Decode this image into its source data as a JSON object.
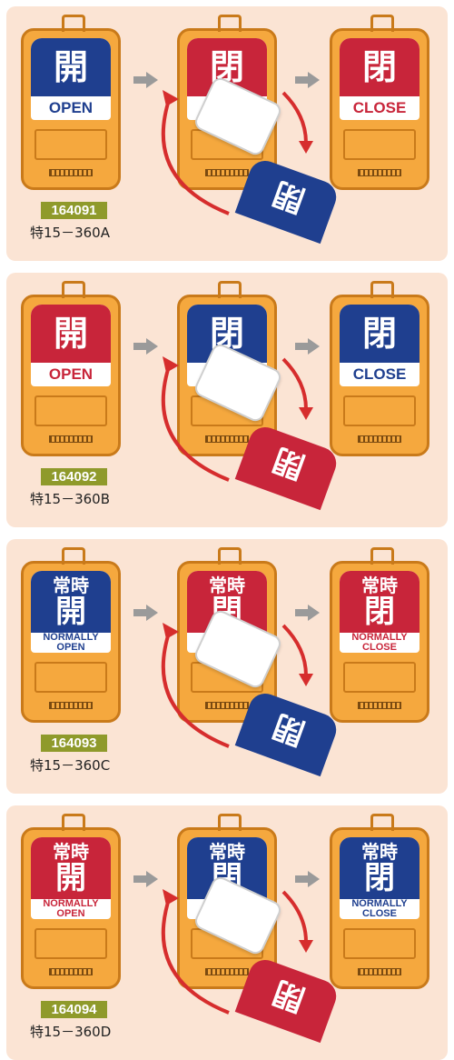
{
  "colors": {
    "blue": "#1f3f8f",
    "red": "#c8253a",
    "tag": "#f5a83e",
    "panel": "#fbe4d4",
    "code_bg": "#8f9a2b"
  },
  "icons": [
    "hanger-icon",
    "arrow-right-icon",
    "rotate-arrow-icon"
  ],
  "panels": [
    {
      "code": "164091",
      "model": "特15－360A",
      "left": {
        "kanji": "開",
        "label": "OPEN"
      },
      "mid": {
        "kanji": "閉",
        "swing_kanji": "閉"
      },
      "right": {
        "kanji": "閉",
        "label": "CLOSE"
      }
    },
    {
      "code": "164092",
      "model": "特15－360B",
      "left": {
        "kanji": "開",
        "label": "OPEN"
      },
      "mid": {
        "kanji": "閉",
        "swing_kanji": "閉"
      },
      "right": {
        "kanji": "閉",
        "label": "CLOSE"
      }
    },
    {
      "code": "164093",
      "model": "特15－360C",
      "left": {
        "top": "常時",
        "kanji": "開",
        "label1": "NORMALLY",
        "label2": "OPEN"
      },
      "mid": {
        "top": "常時",
        "kanji": "閉",
        "swing_kanji": "閉"
      },
      "right": {
        "top": "常時",
        "kanji": "閉",
        "label1": "NORMALLY",
        "label2": "CLOSE"
      }
    },
    {
      "code": "164094",
      "model": "特15－360D",
      "left": {
        "top": "常時",
        "kanji": "開",
        "label1": "NORMALLY",
        "label2": "OPEN"
      },
      "mid": {
        "top": "常時",
        "kanji": "閉",
        "swing_kanji": "閉"
      },
      "right": {
        "top": "常時",
        "kanji": "閉",
        "label1": "NORMALLY",
        "label2": "CLOSE"
      }
    }
  ]
}
